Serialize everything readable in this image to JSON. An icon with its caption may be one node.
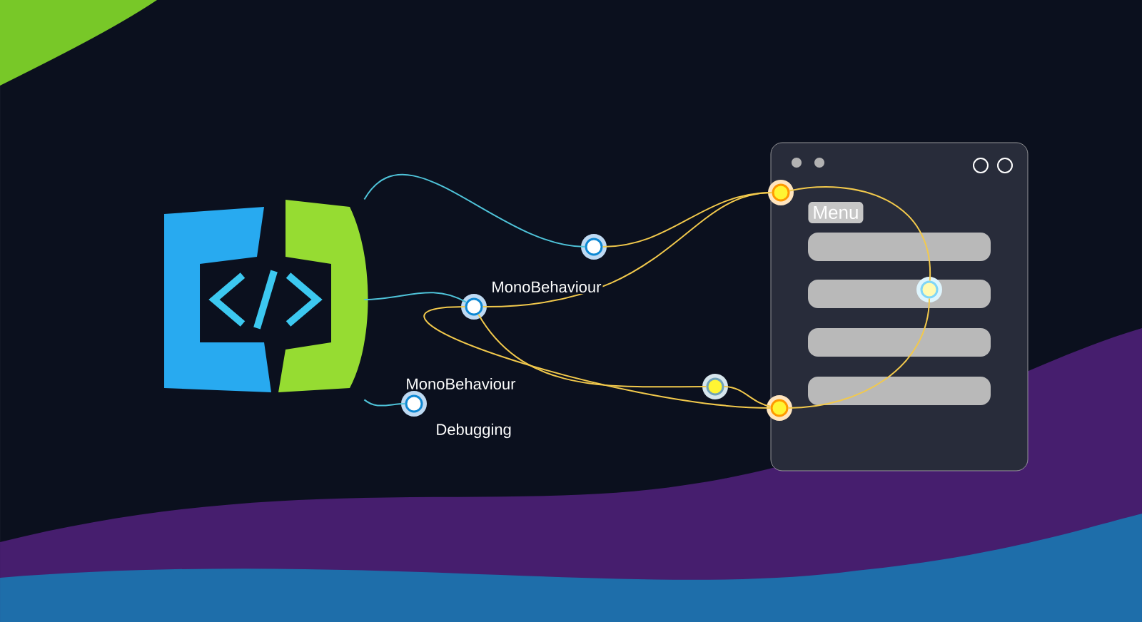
{
  "diagram": {
    "nodes": [
      {
        "text": [],
        "shape": "picture"
      },
      {
        "text": [],
        "shape": "circle"
      },
      {
        "text": [],
        "shape": "circle",
        "beside": [
          "MonoBehaviour"
        ]
      },
      {
        "text": [],
        "shape": "circle",
        "beside": [
          "MonoBehaviour",
          "Debugging"
        ]
      },
      {
        "text": [
          "Menu"
        ]
      },
      {
        "text": [],
        "shape": "circle",
        "in": 4
      },
      {
        "text": [],
        "shape": "circle",
        "in": 4
      },
      {
        "text": [],
        "shape": "circle"
      },
      {
        "text": [],
        "shape": "circle",
        "in": 4
      }
    ],
    "edges": [
      {
        "from": 0,
        "to": 1,
        "arrow": "none",
        "color": "#4fc3d9"
      },
      {
        "from": 0,
        "to": 2,
        "arrow": "none",
        "color": "#4fc3d9"
      },
      {
        "from": 0,
        "to": 3,
        "arrow": "none",
        "color": "#4fc3d9"
      },
      {
        "from": 1,
        "to": 5,
        "arrow": "none"
      },
      {
        "from": 2,
        "to": 5,
        "arrow": "none"
      },
      {
        "from": 2,
        "to": 7,
        "arrow": "none"
      },
      {
        "from": 2,
        "to": 8,
        "arrow": "none"
      },
      {
        "from": 7,
        "to": 8,
        "arrow": "none"
      },
      {
        "from": 5,
        "to": 6,
        "arrow": "none"
      },
      {
        "from": 8,
        "to": 6,
        "arrow": "none"
      }
    ]
  }
}
